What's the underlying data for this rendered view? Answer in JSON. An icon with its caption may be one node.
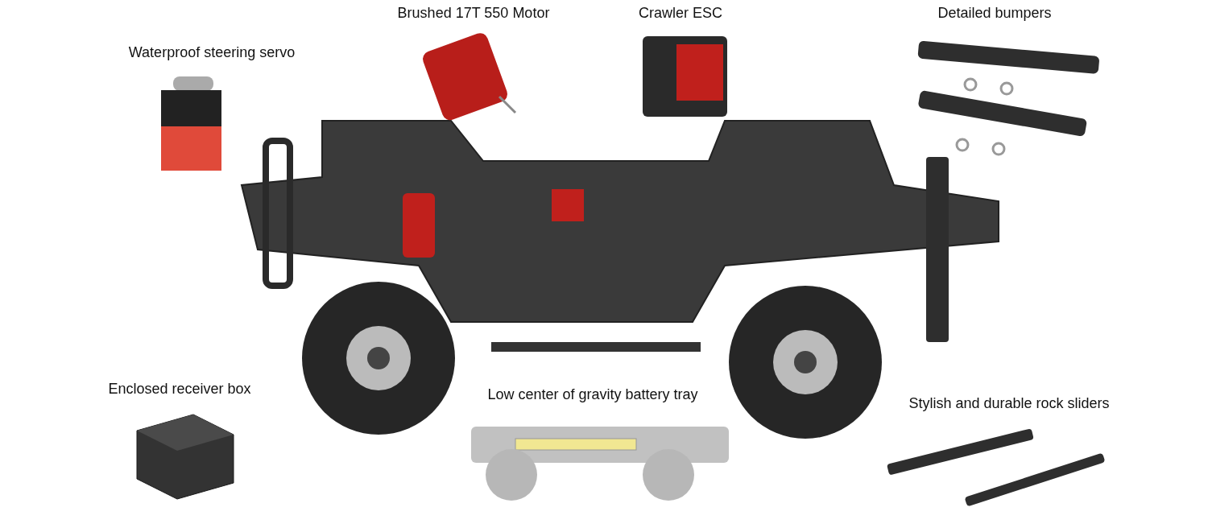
{
  "diagram": {
    "labels": [
      "Waterproof steering servo",
      "Brushed 17T 550 Motor",
      "Crawler ESC",
      "Detailed bumpers",
      "Enclosed receiver box",
      "Low center of gravity battery tray",
      "Stylish and durable rock sliders"
    ]
  }
}
